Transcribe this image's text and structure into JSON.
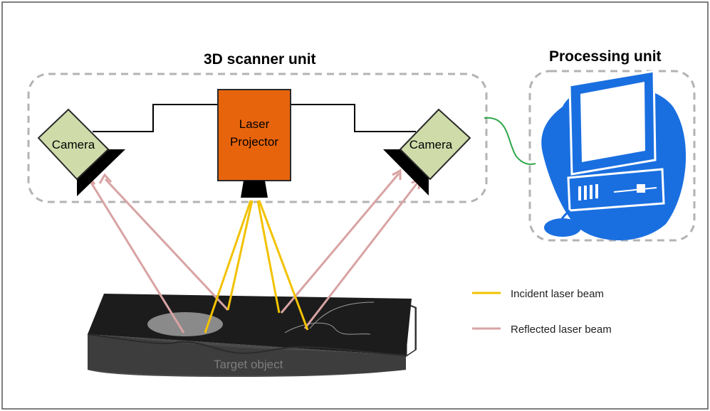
{
  "scanner_unit": {
    "title": "3D scanner unit",
    "left_camera_label": "Camera",
    "right_camera_label": "Camera",
    "projector_label_line1": "Laser",
    "projector_label_line2": "Projector"
  },
  "processing_unit": {
    "title": "Processing unit",
    "icon": "computer-icon"
  },
  "target": {
    "label": "Target object"
  },
  "legend": {
    "incident": {
      "label": "Incident laser beam",
      "color": "#f2c200"
    },
    "reflected": {
      "label": "Reflected laser beam",
      "color": "#d9a3a3"
    }
  },
  "colors": {
    "camera_fill": "#cfdcaa",
    "projector_fill": "#e8640c",
    "computer_blue": "#1a6fe0",
    "link_green": "#2fa64a",
    "dashed_border": "#b3b3b3"
  }
}
